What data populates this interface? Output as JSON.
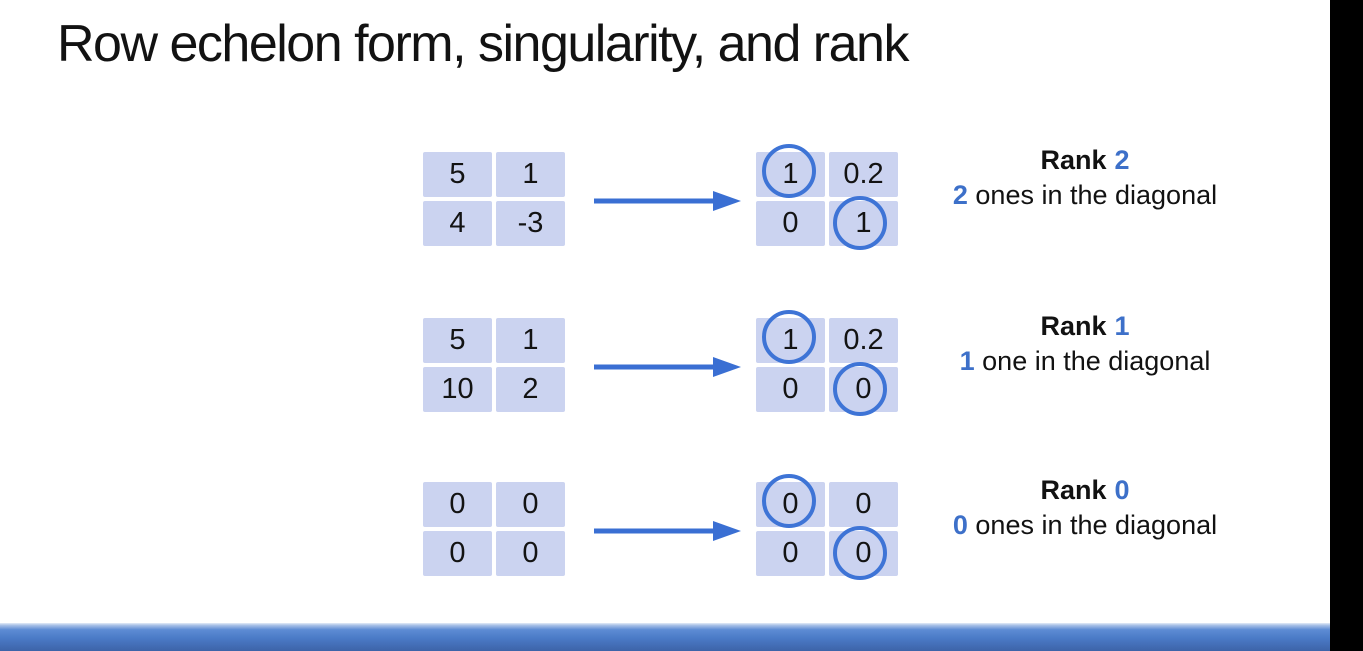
{
  "title": "Row echelon form, singularity, and rank",
  "colors": {
    "accent_blue": "#3d70c9",
    "cell_fill": "#cbd3f0",
    "arrow_blue": "#3a6fd3",
    "circle_blue": "#3e74d6",
    "bottom_bar_top": "#5d8cd4",
    "bottom_bar_bottom": "#3d63a8",
    "letterbox": "#000000"
  },
  "rows": [
    {
      "left_matrix": [
        [
          "5",
          "1"
        ],
        [
          "4",
          "-3"
        ]
      ],
      "right_matrix": [
        [
          "1",
          "0.2"
        ],
        [
          "0",
          "1"
        ]
      ],
      "rank_label": "Rank",
      "rank_value": "2",
      "caption_value": "2",
      "caption_rest": " ones in the diagonal"
    },
    {
      "left_matrix": [
        [
          "5",
          "1"
        ],
        [
          "10",
          "2"
        ]
      ],
      "right_matrix": [
        [
          "1",
          "0.2"
        ],
        [
          "0",
          "0"
        ]
      ],
      "rank_label": "Rank",
      "rank_value": "1",
      "caption_value": "1",
      "caption_rest": " one in the diagonal"
    },
    {
      "left_matrix": [
        [
          "0",
          "0"
        ],
        [
          "0",
          "0"
        ]
      ],
      "right_matrix": [
        [
          "0",
          "0"
        ],
        [
          "0",
          "0"
        ]
      ],
      "rank_label": "Rank",
      "rank_value": "0",
      "caption_value": "0",
      "caption_rest": " ones in the diagonal"
    }
  ]
}
